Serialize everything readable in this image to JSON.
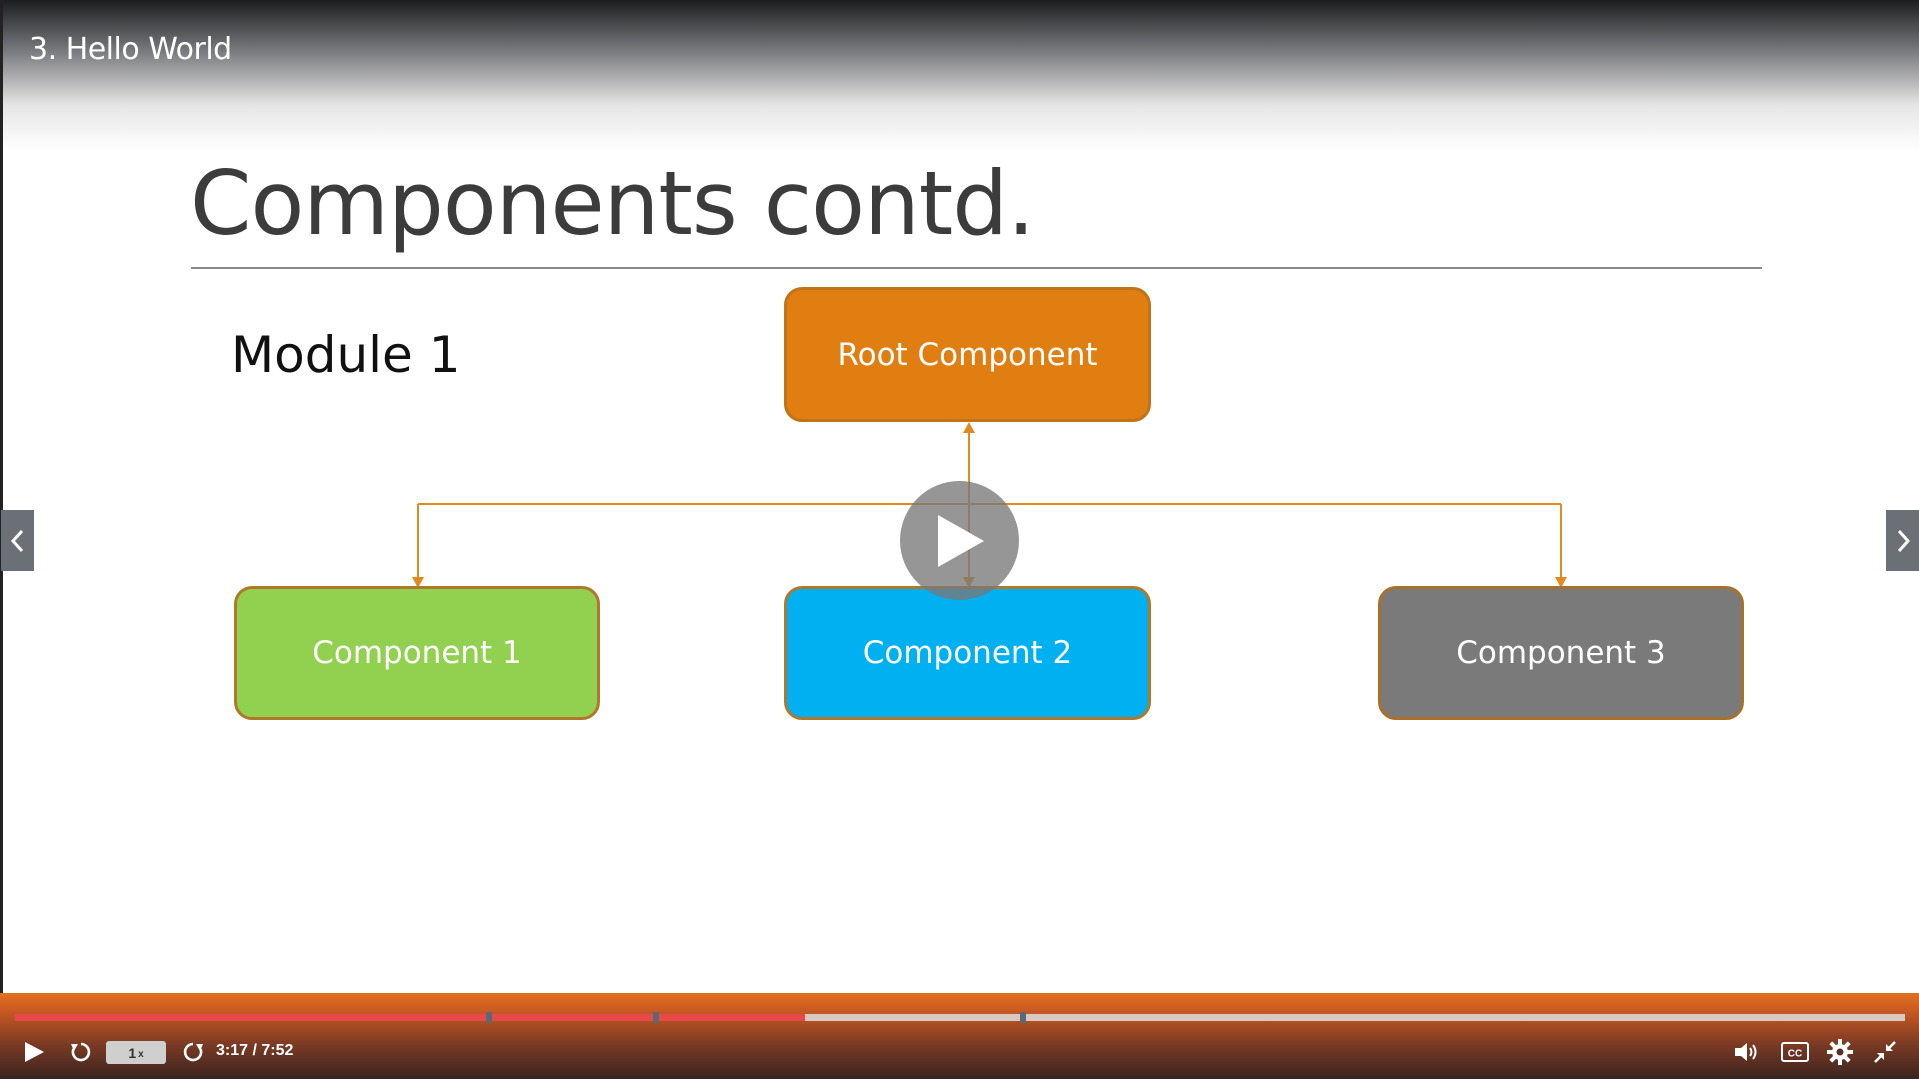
{
  "player": {
    "lecture_title": "3. Hello World"
  },
  "slide": {
    "title": "Components contd.",
    "module_label": "Module 1",
    "nodes": {
      "root": "Root Component",
      "c1": "Component 1",
      "c2": "Component 2",
      "c3": "Component 3"
    }
  },
  "controls": {
    "speed_value": "1",
    "speed_suffix": "x",
    "time_display": "3:17 / 7:52",
    "progress_fraction": 0.418,
    "icons": [
      "play-icon",
      "rewind-icon",
      "forward-icon",
      "volume-icon",
      "captions-icon",
      "settings-icon",
      "exit-fullscreen-icon"
    ]
  },
  "colors": {
    "root": "#e07e12",
    "component_1": "#92d050",
    "component_2": "#00b0f0",
    "component_3": "#7a7a7a",
    "connector": "#e08a20",
    "progress_played": "#e84848",
    "control_bar_top": "#e3721e"
  }
}
